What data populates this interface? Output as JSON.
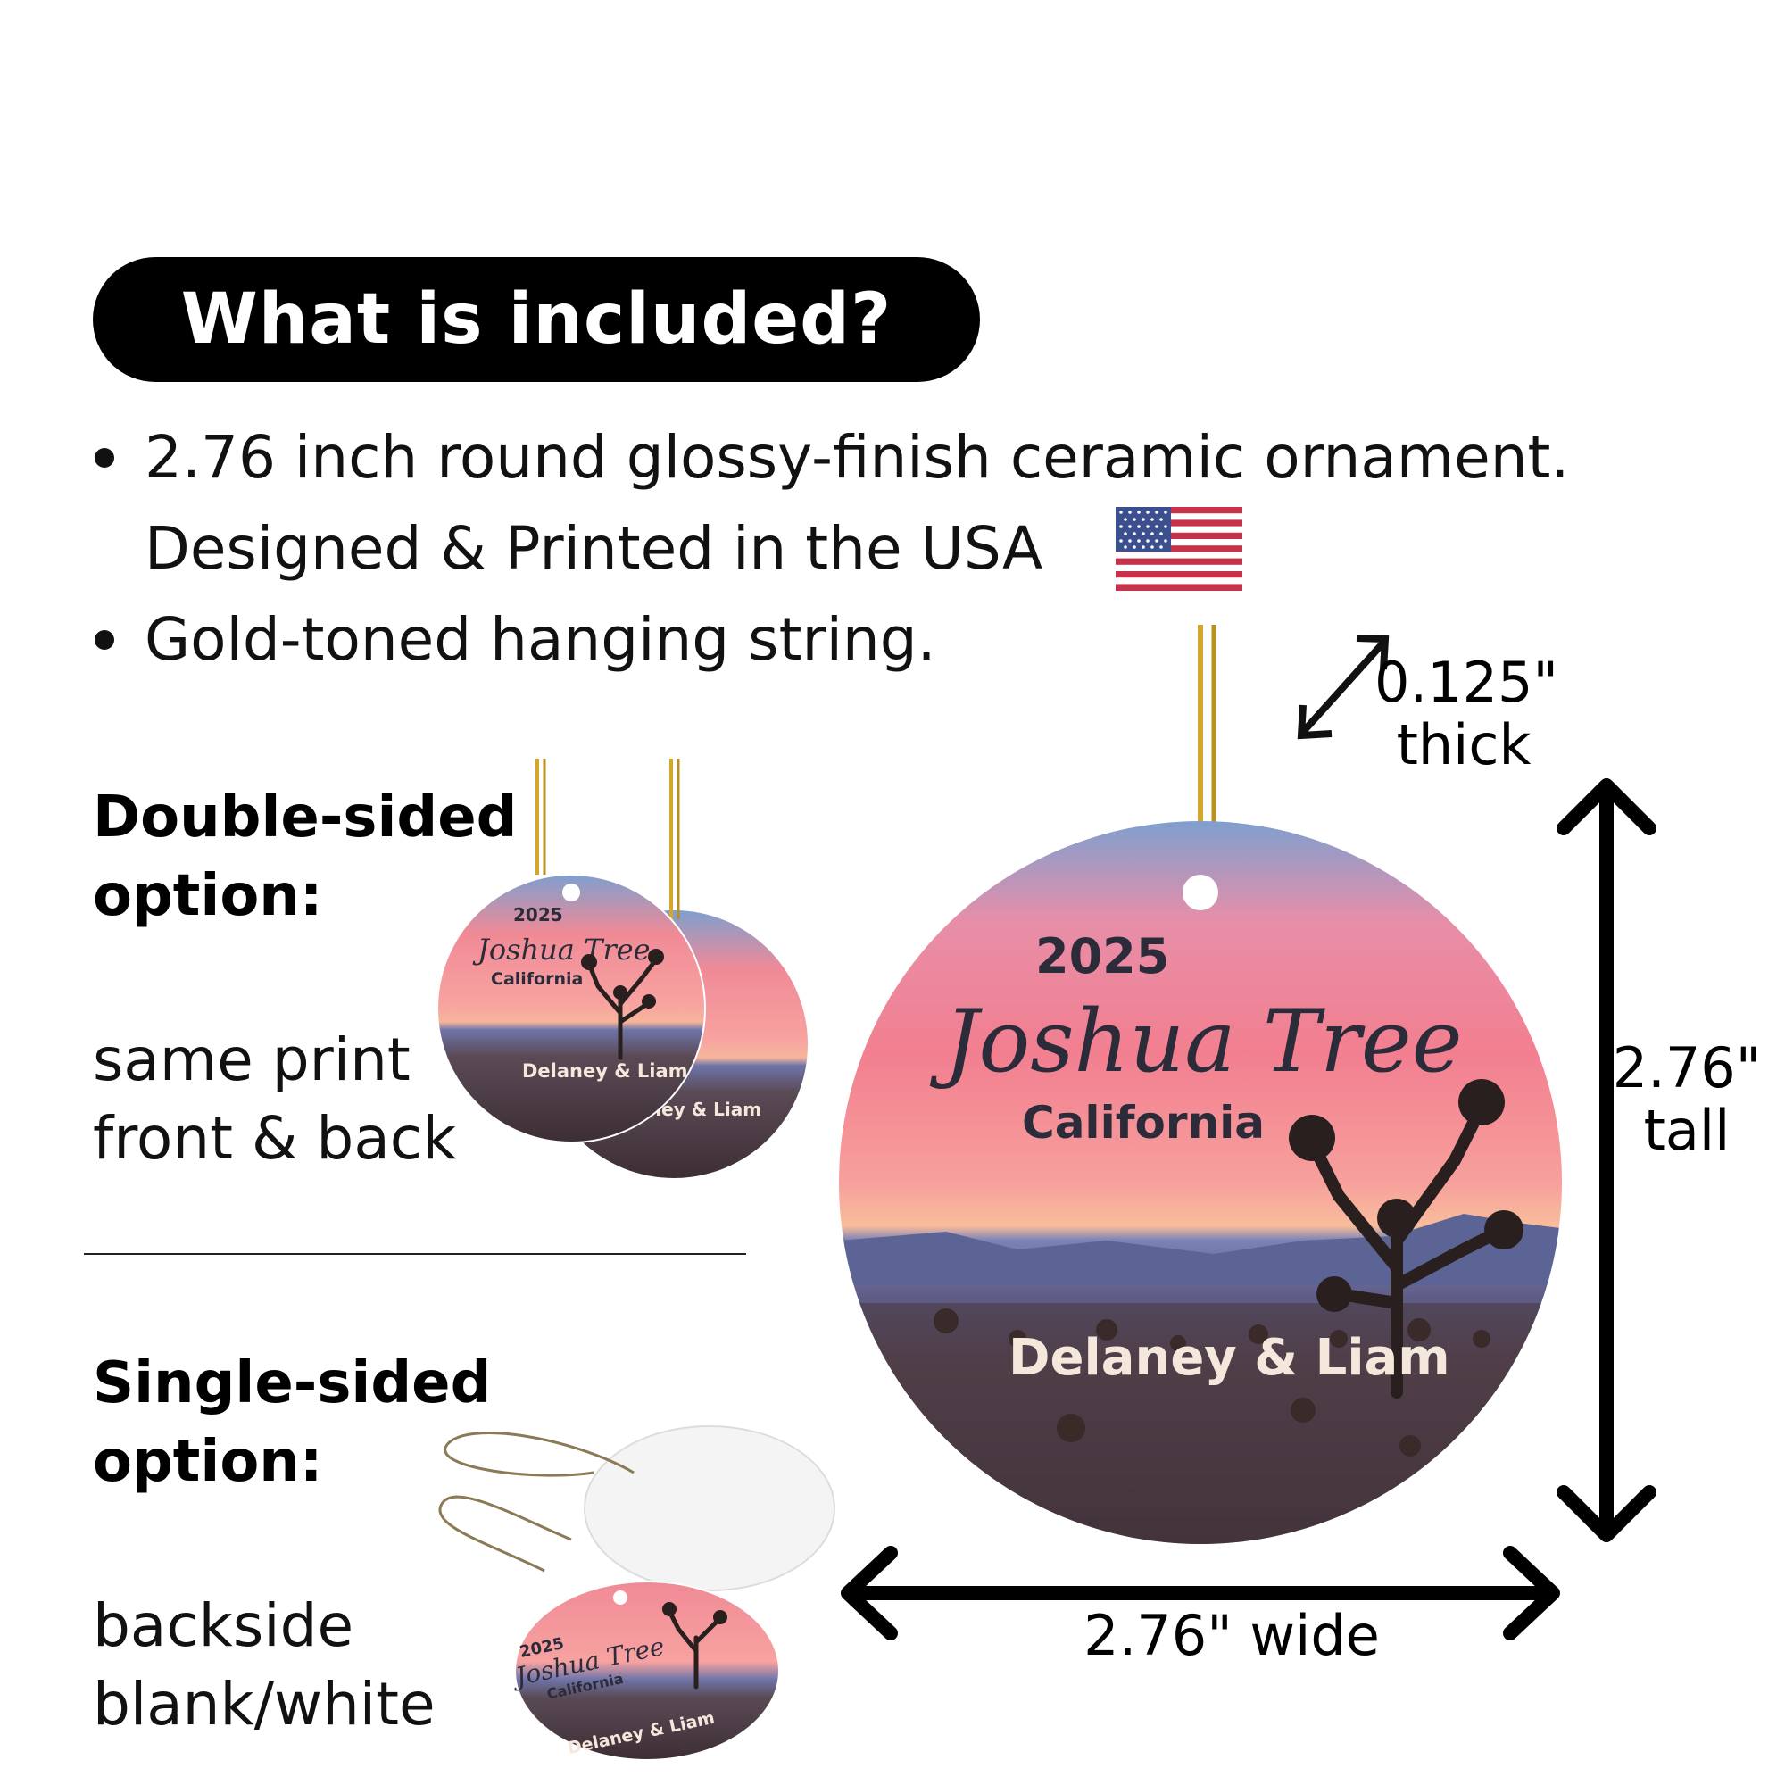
{
  "header": {
    "title": "What is included?"
  },
  "bullets": [
    {
      "line1": "2.76 inch round glossy-finish ceramic ornament.",
      "line2": "Designed & Printed in the USA"
    },
    {
      "line1": "Gold-toned hanging string."
    }
  ],
  "options": {
    "double": {
      "title_1": "Double-sided",
      "title_2": "option:",
      "desc_1": "same print",
      "desc_2": "front & back"
    },
    "single": {
      "title_1": "Single-sided",
      "title_2": "option:",
      "desc_1": "backside",
      "desc_2": "blank/white"
    }
  },
  "ornament": {
    "year": "2025",
    "place": "Joshua Tree",
    "state": "California",
    "names": "Delaney & Liam",
    "back_names_fragment": "ney & Liam"
  },
  "dimensions": {
    "thick_value": "0.125\"",
    "thick_label": "thick",
    "tall_value": "2.76\"",
    "tall_label": "tall",
    "wide_label": "2.76\" wide"
  },
  "icons": [
    "bullet-icon",
    "us-flag-icon",
    "double-arrow-icon"
  ],
  "colors": {
    "sky_pink": "#f08a96",
    "sky_blue": "#7f9fcf",
    "desert": "#5a4a4a",
    "gold_string": "#d4a72c"
  }
}
